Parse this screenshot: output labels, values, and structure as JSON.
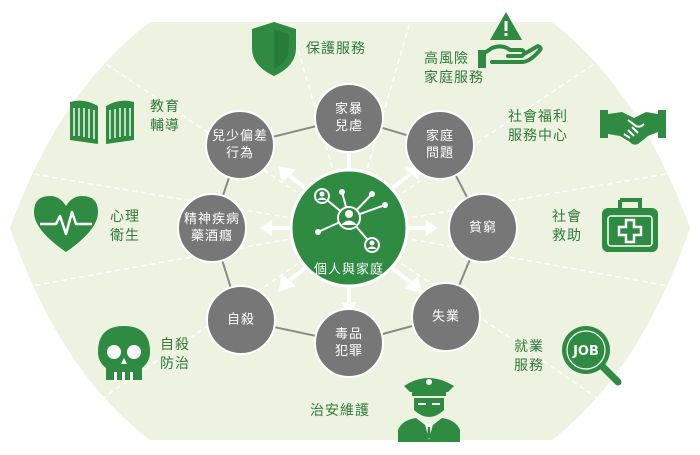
{
  "colors": {
    "background_panel": "#eef2e1",
    "green": "#2f8a42",
    "green_dark": "#1f6b31",
    "node_gray": "#777777",
    "ring_line": "#8a8a8a",
    "arrow": "#ffffff"
  },
  "hub": {
    "label": "個人與家庭",
    "icon": "network-people-icon"
  },
  "nodes": [
    {
      "id": "domestic-violence",
      "lines": [
        "家暴",
        "兒虐"
      ]
    },
    {
      "id": "family-problems",
      "lines": [
        "家庭",
        "問題"
      ]
    },
    {
      "id": "poverty",
      "lines": [
        "貧窮"
      ]
    },
    {
      "id": "unemployment",
      "lines": [
        "失業"
      ]
    },
    {
      "id": "drug-crime",
      "lines": [
        "毒品",
        "犯罪"
      ]
    },
    {
      "id": "suicide",
      "lines": [
        "自殺"
      ]
    },
    {
      "id": "mental-illness-addiction",
      "lines": [
        "精神疾病",
        "藥酒癮"
      ]
    },
    {
      "id": "juvenile-delinquency",
      "lines": [
        "兒少偏差",
        "行為"
      ]
    }
  ],
  "services": [
    {
      "id": "protection",
      "label": [
        "保護服務"
      ],
      "icon": "shield-icon"
    },
    {
      "id": "high-risk-family",
      "label": [
        "高風險",
        "家庭服務"
      ],
      "icon": "hand-alert-icon"
    },
    {
      "id": "welfare-center",
      "label": [
        "社會福利",
        "服務中心"
      ],
      "icon": "handshake-icon"
    },
    {
      "id": "social-assistance",
      "label": [
        "社會",
        "救助"
      ],
      "icon": "first-aid-kit-icon"
    },
    {
      "id": "employment",
      "label": [
        "就業",
        "服務"
      ],
      "icon": "job-search-icon"
    },
    {
      "id": "public-security",
      "label": [
        "治安維護"
      ],
      "icon": "police-officer-icon"
    },
    {
      "id": "suicide-prevention",
      "label": [
        "自殺",
        "防治"
      ],
      "icon": "skull-icon"
    },
    {
      "id": "mental-health",
      "label": [
        "心理",
        "衛生"
      ],
      "icon": "heart-pulse-icon"
    },
    {
      "id": "education",
      "label": [
        "教育",
        "輔導"
      ],
      "icon": "book-icon"
    }
  ],
  "job_icon_text": "JOB"
}
